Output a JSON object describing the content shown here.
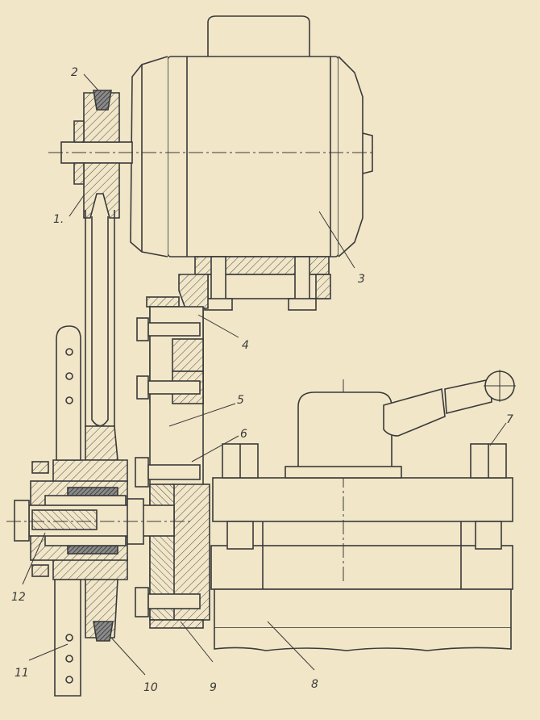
{
  "callouts": [
    {
      "id": "1",
      "label": "1."
    },
    {
      "id": "2",
      "label": "2"
    },
    {
      "id": "3",
      "label": "3"
    },
    {
      "id": "4",
      "label": "4"
    },
    {
      "id": "5",
      "label": "5"
    },
    {
      "id": "6",
      "label": "6"
    },
    {
      "id": "7",
      "label": "7"
    },
    {
      "id": "8",
      "label": "8"
    },
    {
      "id": "9",
      "label": "9"
    },
    {
      "id": "10",
      "label": "10"
    },
    {
      "id": "11",
      "label": "11"
    },
    {
      "id": "12",
      "label": "12"
    }
  ],
  "colors": {
    "paper": "#f1e6c8",
    "ink": "#3a3a3a"
  }
}
